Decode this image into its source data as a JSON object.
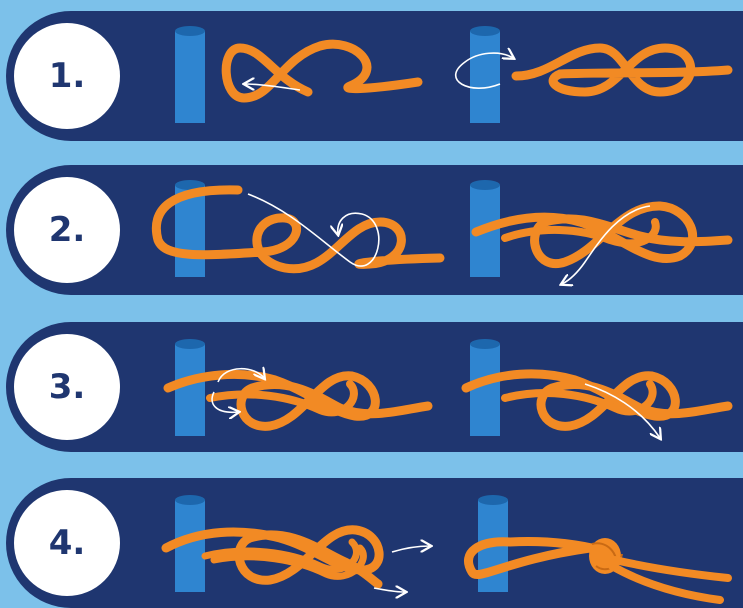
{
  "steps": [
    {
      "label": "1."
    },
    {
      "label": "2."
    },
    {
      "label": "3."
    },
    {
      "label": "4."
    }
  ],
  "colors": {
    "background": "#7cc1ea",
    "band": "#1f3670",
    "rope": "#f28a24",
    "post": "#2f85d0",
    "post_top": "#1d67ad",
    "arrow": "#ffffff"
  },
  "icons": [
    "post-icon",
    "rope-icon",
    "arrow-icon"
  ]
}
